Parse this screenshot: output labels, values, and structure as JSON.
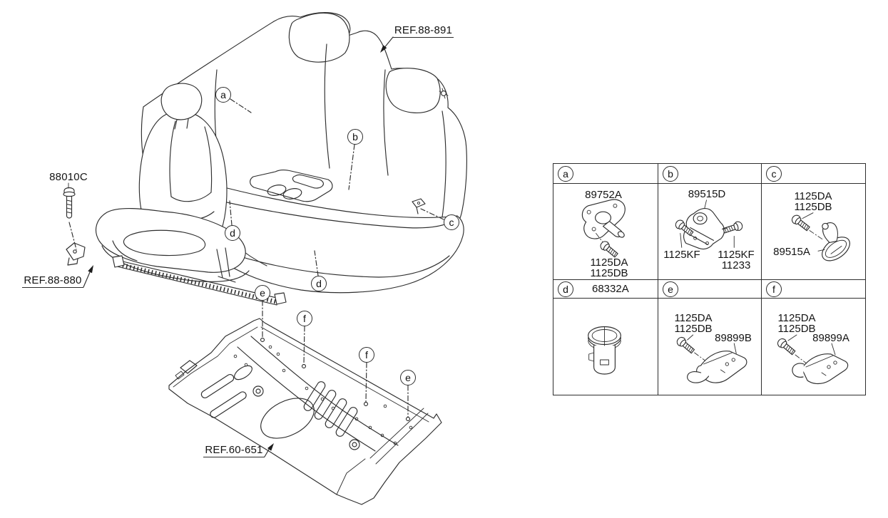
{
  "page": {
    "background_color": "#ffffff",
    "line_color": "#2e2e2e",
    "text_color": "#141414"
  },
  "drawing": {
    "front_seat_bolt_label": "88010C",
    "refs": {
      "rear_seat": "REF.88-891",
      "front_seat": "REF.88-880",
      "floor_panel": "REF.60-651"
    },
    "callouts": [
      {
        "letter": "a"
      },
      {
        "letter": "b"
      },
      {
        "letter": "c"
      },
      {
        "letter": "d"
      },
      {
        "letter": "d"
      },
      {
        "letter": "e"
      },
      {
        "letter": "f"
      },
      {
        "letter": "f"
      },
      {
        "letter": "e"
      }
    ]
  },
  "table": {
    "cells": [
      {
        "letter": "a",
        "part_label": "89752A",
        "bolt_labels": [
          "1125DA",
          "1125DB"
        ]
      },
      {
        "letter": "b",
        "part_label": "89515D",
        "bolt_left_label": "1125KF",
        "bolt_right_labels": [
          "1125KF",
          "11233"
        ]
      },
      {
        "letter": "c",
        "bolt_labels": [
          "1125DA",
          "1125DB"
        ],
        "part_label": "89515A"
      },
      {
        "letter": "d",
        "header_label": "68332A"
      },
      {
        "letter": "e",
        "bolt_labels": [
          "1125DA",
          "1125DB"
        ],
        "part_label": "89899B"
      },
      {
        "letter": "f",
        "bolt_labels": [
          "1125DA",
          "1125DB"
        ],
        "part_label": "89899A"
      }
    ]
  }
}
